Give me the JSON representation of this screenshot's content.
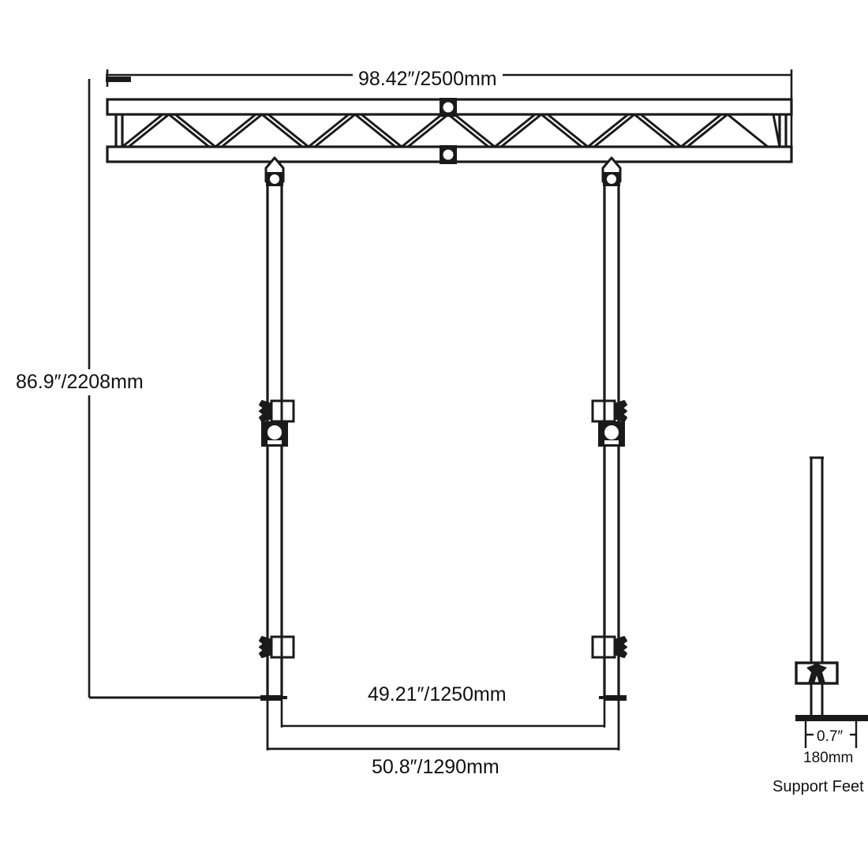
{
  "drawing": {
    "title": "Truss Goal Post Assembly Dimension Drawing",
    "background_color": "#ffffff",
    "line_color": "#1a1a1a"
  },
  "dimensions": {
    "span": {
      "label": "98.42″/2500mm",
      "inches": 98.42,
      "millimeters": 2500,
      "orientation": "horizontal",
      "position": "top"
    },
    "height": {
      "label": "86.9″/2208mm",
      "inches": 86.9,
      "millimeters": 2208,
      "orientation": "vertical",
      "position": "left"
    },
    "inner_width": {
      "label": "49.21″/1250mm",
      "inches": 49.21,
      "millimeters": 1250,
      "orientation": "horizontal",
      "position": "bottom-inner"
    },
    "outer_width": {
      "label": "50.8″/1290mm",
      "inches": 50.8,
      "millimeters": 1290,
      "orientation": "horizontal",
      "position": "bottom-outer"
    },
    "foot_width_inches": {
      "label": "0.7″",
      "inches": 0.7
    },
    "foot_width_mm": {
      "label": "180mm",
      "millimeters": 180
    }
  },
  "labels": {
    "support_feet": "Support Feet"
  },
  "components": {
    "truss_beam": {
      "name": "horizontal-truss-beam",
      "chord_count": 2,
      "diagonal_count": 16,
      "coupler_blocks": 2
    },
    "left_post": {
      "name": "left-vertical-post",
      "clamp_count": 3
    },
    "right_post": {
      "name": "right-vertical-post",
      "clamp_count": 3
    },
    "support_foot_detail": {
      "name": "support-foot-detail",
      "bracket_count": 1
    }
  }
}
